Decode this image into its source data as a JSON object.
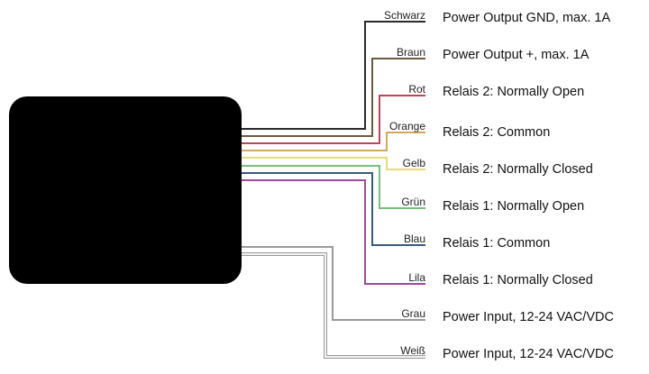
{
  "device": {
    "name": "device-body"
  },
  "wires": [
    {
      "color_name": "Schwarz",
      "function": "Power Output GND, max. 1A",
      "color": "#2a2a2a"
    },
    {
      "color_name": "Braun",
      "function": "Power Output +, max. 1A",
      "color": "#6b5a3e"
    },
    {
      "color_name": "Rot",
      "function": "Relais 2: Normally Open",
      "color": "#c0435a"
    },
    {
      "color_name": "Orange",
      "function": "Relais 2: Common",
      "color": "#d4a85a"
    },
    {
      "color_name": "Gelb",
      "function": "Relais 2: Normally Closed",
      "color": "#e8dc7a"
    },
    {
      "color_name": "Grün",
      "function": "Relais 1: Normally Open",
      "color": "#7bbd7d"
    },
    {
      "color_name": "Blau",
      "function": "Relais 1: Common",
      "color": "#3b5a7a"
    },
    {
      "color_name": "Lila",
      "function": "Relais 1: Normally Closed",
      "color": "#a04a9a"
    },
    {
      "color_name": "Grau",
      "function": "Power Input, 12-24 VAC/VDC",
      "color": "#9a9a9a"
    },
    {
      "color_name": "Weiß",
      "function": "Power Input, 12-24 VAC/VDC",
      "color": "#ffffff",
      "outline": "#9a9a9a"
    }
  ]
}
